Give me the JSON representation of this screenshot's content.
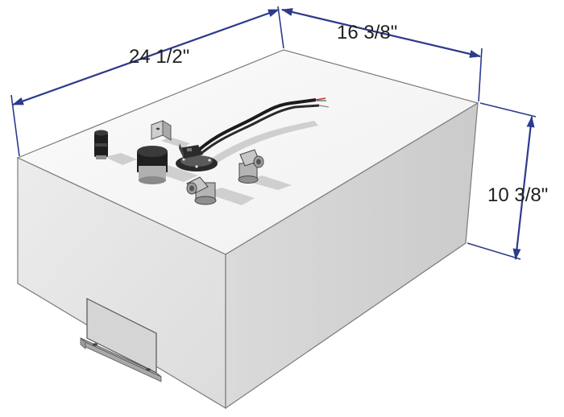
{
  "dimensions": {
    "length": "24 1/2\"",
    "width": "16 3/8\"",
    "height": "10 3/8\""
  },
  "colors": {
    "dimension_line": "#2c3b8c",
    "tank_top": "#f4f4f4",
    "tank_front": "#e6e6e6",
    "tank_side": "#d3d3d3",
    "fittings": "#9a9a9a"
  },
  "parts": {
    "tank": "rectangular tank",
    "fittings": [
      "cap",
      "fuel pickup",
      "sending unit",
      "vent elbow",
      "fill elbow",
      "mounting bracket",
      "wires"
    ]
  }
}
